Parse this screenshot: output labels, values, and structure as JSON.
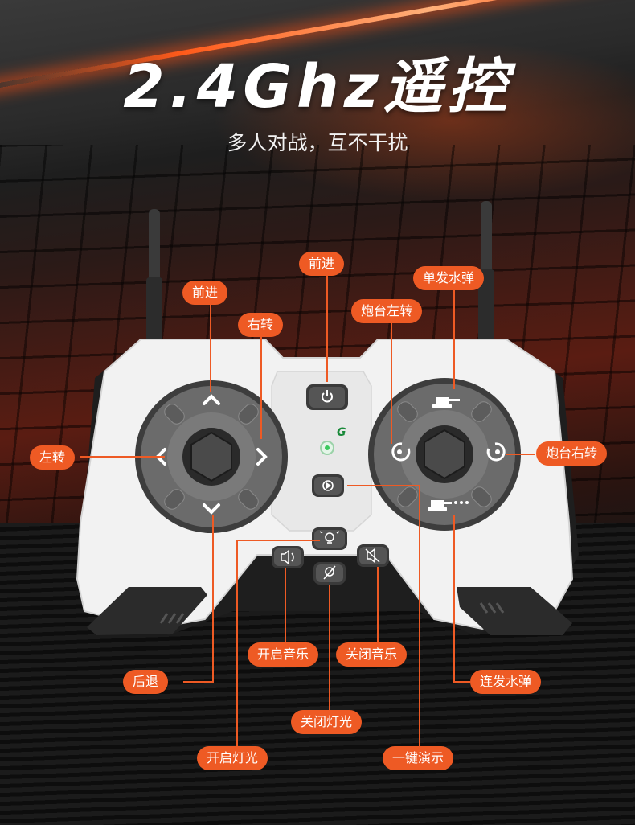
{
  "header": {
    "title": "2.4Ghz遥控",
    "subtitle": "多人对战，互不干扰"
  },
  "labels": {
    "forward_center": "前进",
    "forward_left": "前进",
    "turn_right": "右转",
    "turn_left": "左转",
    "backward": "后退",
    "single_shot": "单发水弹",
    "turret_left": "炮台左转",
    "turret_right": "炮台右转",
    "burst_shot": "连发水弹",
    "music_on": "开启音乐",
    "music_off": "关闭音乐",
    "light_off": "关闭灯光",
    "light_on": "开启灯光",
    "demo": "一键演示"
  },
  "controller": {
    "logo_letter": "G"
  },
  "colors": {
    "accent": "#ee5a24",
    "controller_body": "#f2f2f2",
    "pad": "#6b6b6b"
  }
}
